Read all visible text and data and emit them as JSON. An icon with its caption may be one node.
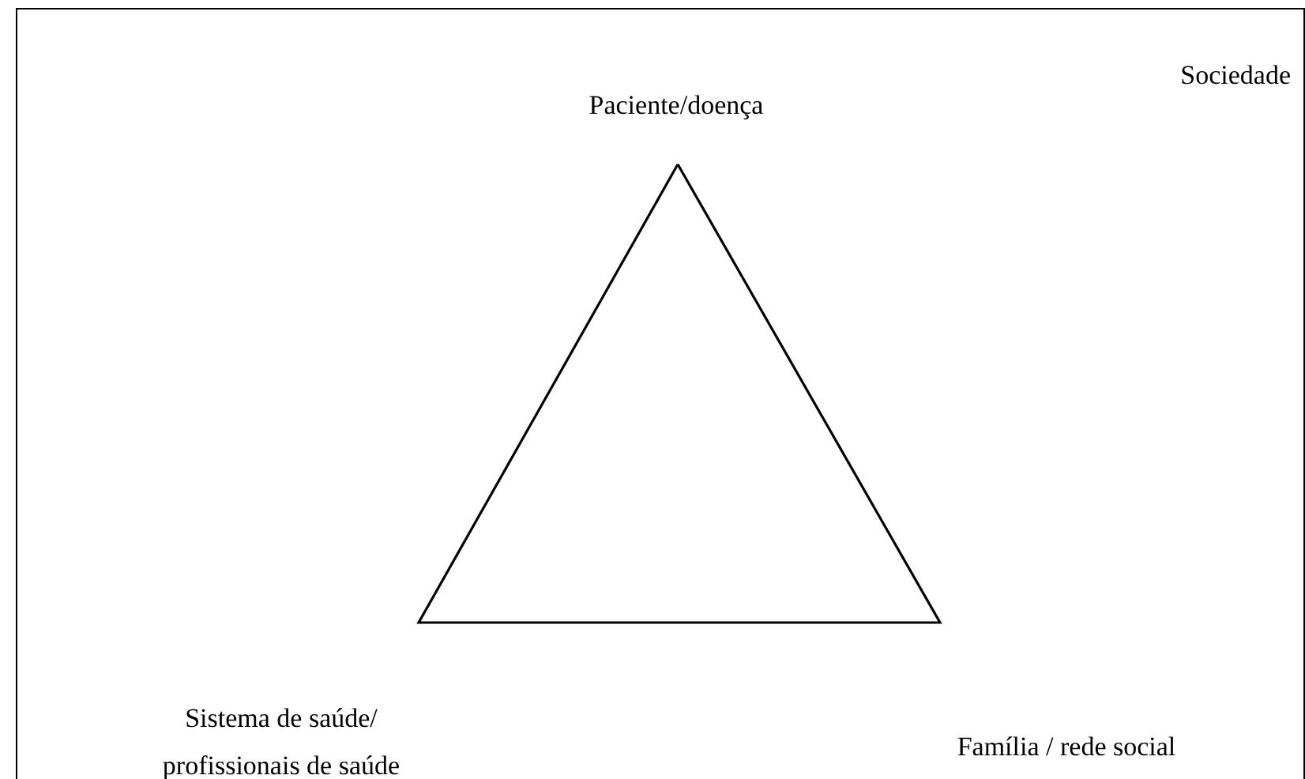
{
  "diagram": {
    "nodes": [
      {
        "text": [
          "Sociedade"
        ]
      },
      {
        "text": [],
        "shape": "triangle",
        "in": 0
      }
    ],
    "labels": [
      "Paciente/doença",
      "Sistema de saúde/ profissionais de saúde",
      "Família / rede social"
    ]
  }
}
